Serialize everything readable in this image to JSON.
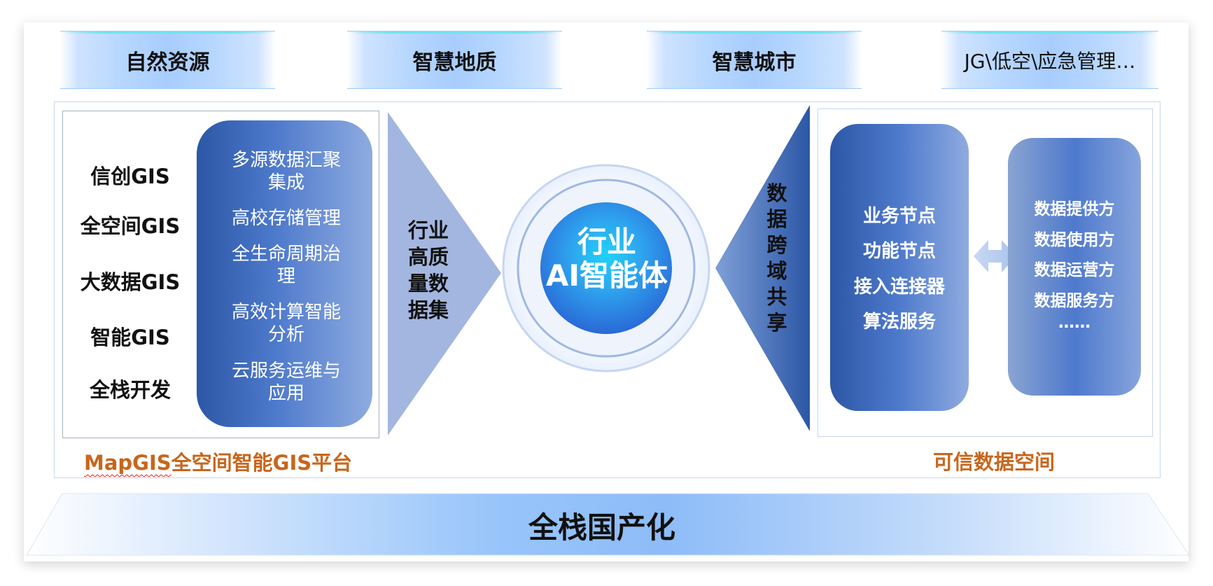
{
  "top_banners": [
    {
      "label": "自然资源"
    },
    {
      "label": "智慧地质"
    },
    {
      "label": "智慧城市"
    },
    {
      "label": "JG\\低空\\应急管理…"
    }
  ],
  "left_section": {
    "gis_items": [
      "信创GIS",
      "全空间GIS",
      "大数据GIS",
      "智能GIS",
      "全栈开发"
    ],
    "capabilities": [
      "多源数据汇聚集成",
      "高校存储管理",
      "全生命周期治理",
      "高效计算智能分析",
      "云服务运维与应用"
    ],
    "title_prefix": "MapGIS",
    "title_suffix": "全空间智能GIS平台"
  },
  "left_triangle_label": "行业高质量数据集",
  "center": {
    "line1": "行业",
    "line2": "AI智能体"
  },
  "right_triangle_label": "数据跨域共享",
  "right_section": {
    "nodes": [
      "业务节点",
      "功能节点",
      "接入连接器",
      "算法服务"
    ],
    "roles": [
      "数据提供方",
      "数据使用方",
      "数据运营方",
      "数据服务方",
      "……"
    ],
    "title": "可信数据空间"
  },
  "bottom_banner": "全栈国产化",
  "colors": {
    "accent_orange": "#c8661d",
    "panel_blue": "#2c57a6",
    "triangle_blue": "#a3b6e0",
    "center_blue": "#2f8fe9"
  }
}
